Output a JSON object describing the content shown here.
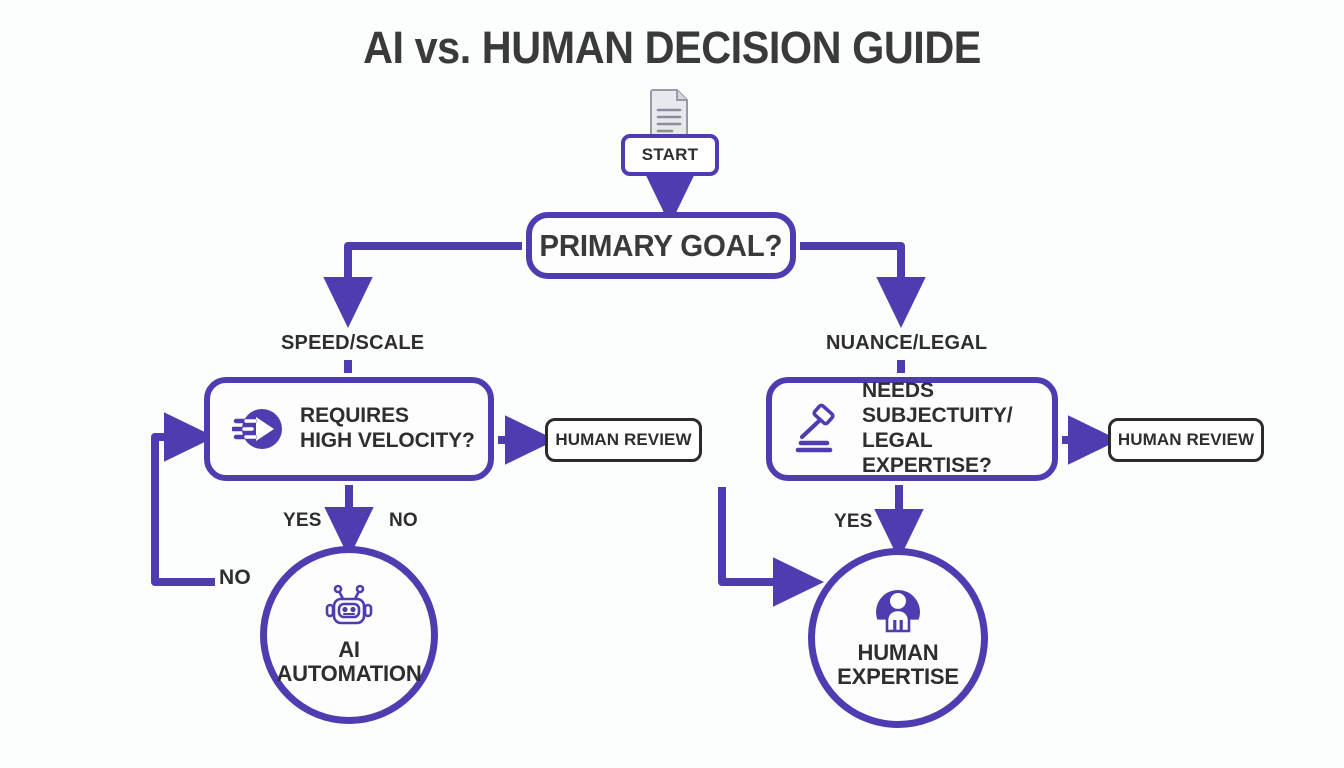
{
  "page": {
    "title": "AI vs. HUMAN DECISION GUIDE",
    "background_color": "#fcfdfd",
    "accent_color": "#4f3cb0",
    "text_color": "#2e2e2e"
  },
  "chart_data": {
    "type": "diagram",
    "diagram_kind": "decision-flowchart",
    "title": "AI vs. HUMAN DECISION GUIDE",
    "nodes": [
      {
        "id": "start",
        "label": "START",
        "shape": "rounded-rect",
        "icon": "document-icon"
      },
      {
        "id": "primary_goal",
        "label": "PRIMARY GOAL?",
        "shape": "rounded-rect",
        "icon": null
      },
      {
        "id": "high_velocity",
        "label": "REQUIRES HIGH VELOCITY?",
        "shape": "rounded-rect",
        "icon": "speed-icon"
      },
      {
        "id": "subjectivity",
        "label": "NEEDS SUBJECTUITY/ LEGAL EXPERTISE?",
        "shape": "rounded-rect",
        "icon": "gavel-icon"
      },
      {
        "id": "review_left",
        "label": "HUMAN REVIEW",
        "shape": "rect",
        "icon": null
      },
      {
        "id": "review_right",
        "label": "HUMAN REVIEW",
        "shape": "rect",
        "icon": null
      },
      {
        "id": "ai_automation",
        "label": "AI AUTOMATION",
        "shape": "circle",
        "icon": "robot-icon"
      },
      {
        "id": "human_expert",
        "label": "HUMAN EXPERTISE",
        "shape": "circle",
        "icon": "person-icon"
      }
    ],
    "edges": [
      {
        "from": "start",
        "to": "primary_goal",
        "label": ""
      },
      {
        "from": "primary_goal",
        "to": "high_velocity",
        "label": "SPEED/SCALE"
      },
      {
        "from": "primary_goal",
        "to": "subjectivity",
        "label": "NUANCE/LEGAL"
      },
      {
        "from": "high_velocity",
        "to": "ai_automation",
        "label": "YES"
      },
      {
        "from": "high_velocity",
        "to": "review_left",
        "label": "NO"
      },
      {
        "from": "review_left",
        "to": "high_velocity",
        "label": "NO"
      },
      {
        "from": "subjectivity",
        "to": "human_expert",
        "label": "YES"
      },
      {
        "from": "subjectivity",
        "to": "review_right",
        "label": ""
      }
    ]
  },
  "nodes": {
    "start": {
      "label": "START"
    },
    "primary_goal": {
      "label": "PRIMARY GOAL?"
    },
    "decision_left": {
      "line1": "REQUIRES",
      "line2": "HIGH VELOCITY?"
    },
    "decision_right": {
      "line1": "NEEDS SUBJECTUITY/",
      "line2": "LEGAL EXPERTISE?"
    },
    "review_left": {
      "label": "HUMAN REVIEW"
    },
    "review_right": {
      "label": "HUMAN REVIEW"
    },
    "outcome_ai": {
      "line1": "AI",
      "line2": "AUTOMATION"
    },
    "outcome_human": {
      "line1": "HUMAN",
      "line2": "EXPERTISE"
    }
  },
  "edge_labels": {
    "speed_scale": "SPEED/SCALE",
    "nuance_legal": "NUANCE/LEGAL",
    "left_yes": "YES",
    "left_no": "NO",
    "left_loop_no": "NO",
    "right_yes": "YES"
  }
}
